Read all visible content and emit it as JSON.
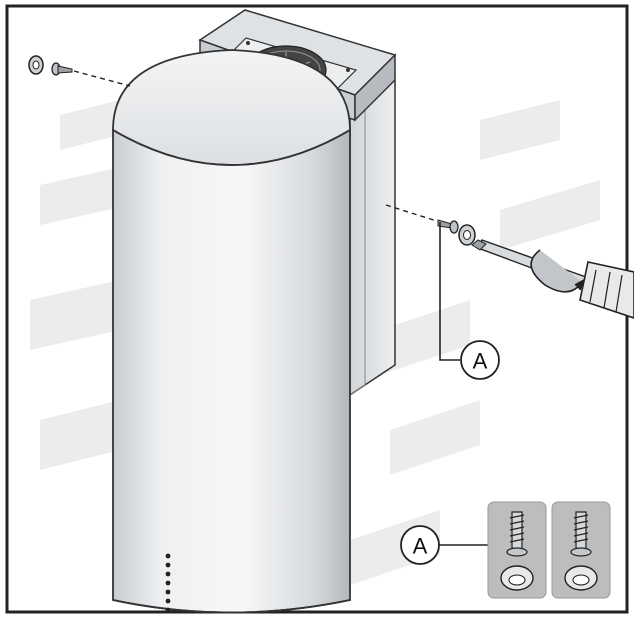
{
  "callouts": [
    {
      "id": "callout-a-wall",
      "label": "A"
    },
    {
      "id": "callout-a-legend",
      "label": "A"
    }
  ],
  "legend": {
    "items": [
      {
        "name": "screw-with-washer-icon"
      },
      {
        "name": "screw-with-washer-icon"
      }
    ]
  },
  "colors": {
    "frame": "#222222",
    "hood_body": "#e4e6e8",
    "hood_shadow": "#b8bcc0",
    "wall_stripes": "#e9e9e9",
    "legend_box": "#b9b9b9",
    "ink": "#111111"
  }
}
